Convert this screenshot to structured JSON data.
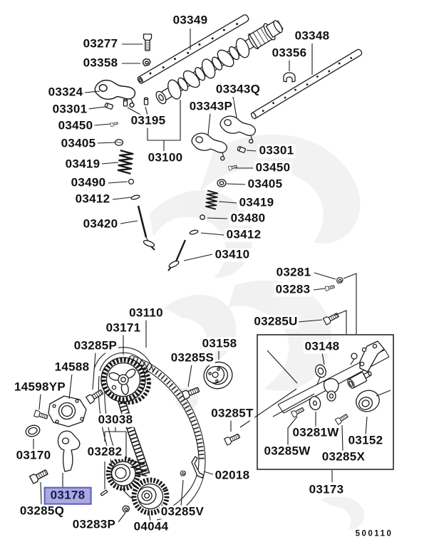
{
  "diagram_kind": "engine-parts-diagram",
  "highlighted_part": "03178",
  "colors": {
    "background": "#ffffff",
    "line": "#1a1a1a",
    "highlight_fill": "#aaaadd",
    "highlight_border": "#5d5dc3",
    "highlight_text": "#17175a"
  },
  "footer": {
    "drawing_number": "500110"
  },
  "labels": {
    "03349": "03349",
    "03277": "03277",
    "03358": "03358",
    "03348": "03348",
    "03356": "03356",
    "03324": "03324",
    "03301_left": "03301",
    "03450_left": "03450",
    "03405_left": "03405",
    "03419_left": "03419",
    "03490": "03490",
    "03412_left": "03412",
    "03420": "03420",
    "03195": "03195",
    "03100": "03100",
    "03343Q": "03343Q",
    "03343P": "03343P",
    "03301_right": "03301",
    "03450_right": "03450",
    "03405_right": "03405",
    "03419_right": "03419",
    "03480": "03480",
    "03412_right": "03412",
    "03410": "03410",
    "03281": "03281",
    "03283": "03283",
    "03285U": "03285U",
    "03110": "03110",
    "03171": "03171",
    "03285P": "03285P",
    "14588": "14588",
    "14598YP": "14598YP",
    "03158": "03158",
    "03285S": "03285S",
    "03148": "03148",
    "03285T": "03285T",
    "03170": "03170",
    "03038": "03038",
    "03282": "03282",
    "03178": "03178",
    "03285Q": "03285Q",
    "03283P": "03283P",
    "04044": "04044",
    "03285V": "03285V",
    "02018": "02018",
    "03281W": "03281W",
    "03285W": "03285W",
    "03285X": "03285X",
    "03152": "03152",
    "03173": "03173"
  }
}
